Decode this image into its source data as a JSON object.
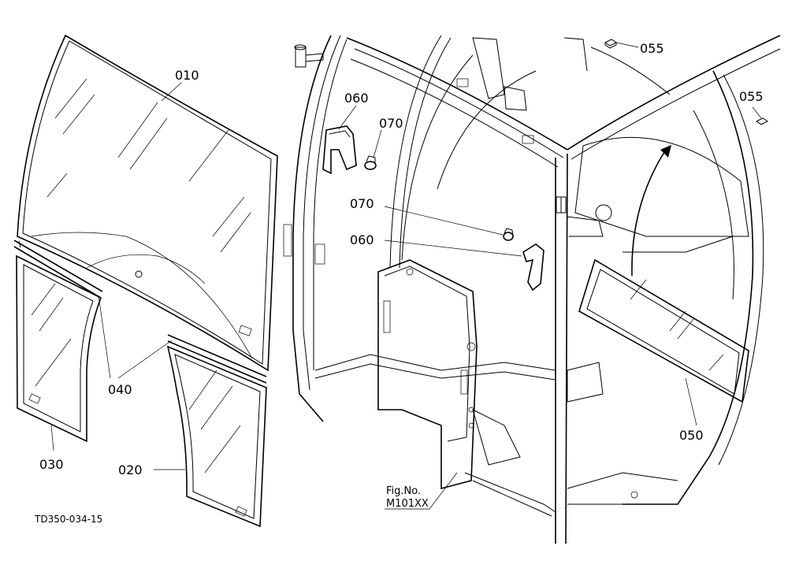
{
  "diagram": {
    "callouts": {
      "p010": "010",
      "p020": "020",
      "p030": "030",
      "p040": "040",
      "p050": "050",
      "p055a": "055",
      "p055b": "055",
      "p060a": "060",
      "p060b": "060",
      "p070a": "070",
      "p070b": "070"
    },
    "fig_label": "Fig.No.",
    "fig_number": "M101XX",
    "drawing_code": "TD350-034-15"
  }
}
